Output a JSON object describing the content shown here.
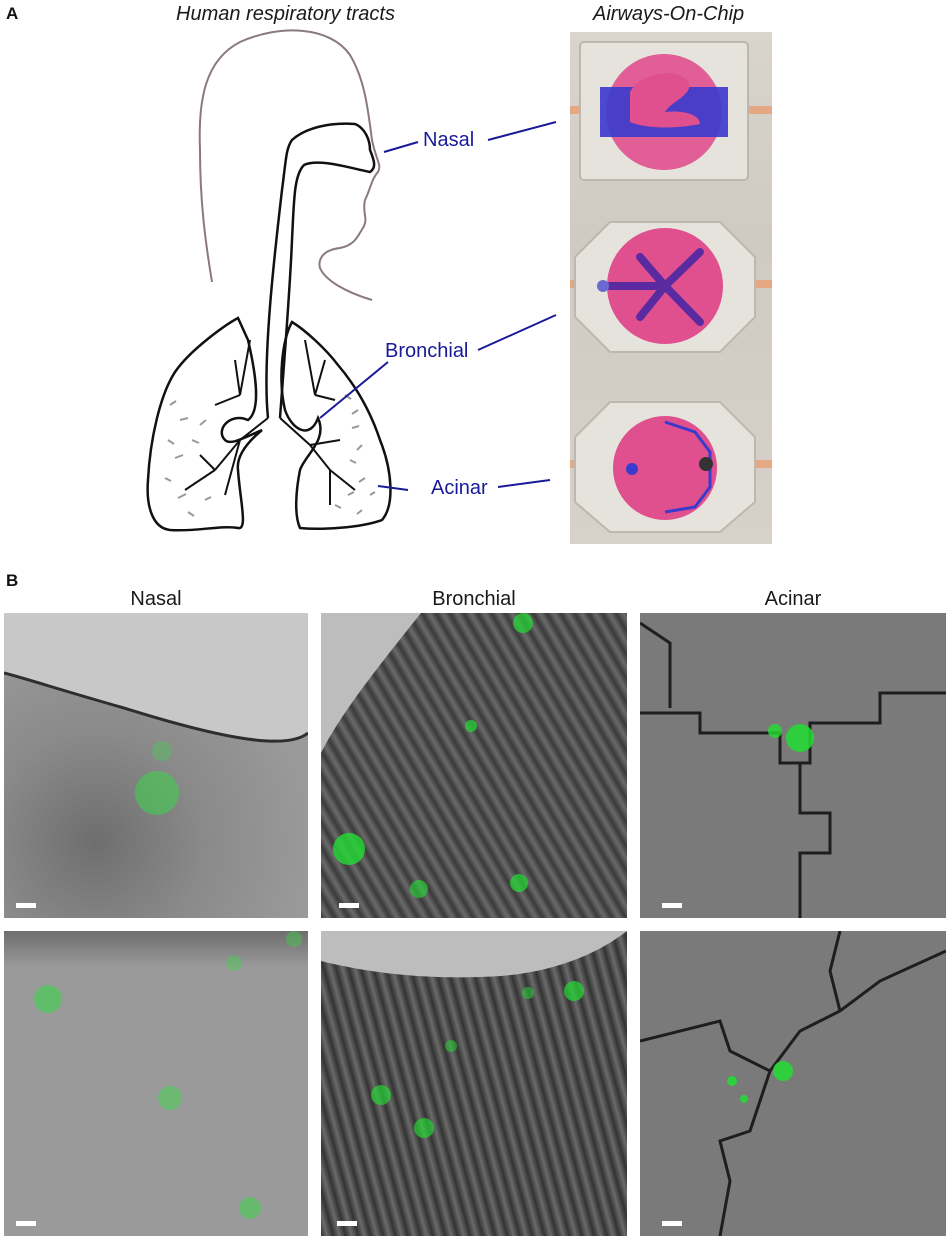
{
  "panel_a": {
    "letter": "A",
    "left_heading": "Human respiratory tracts",
    "right_heading": "Airways-On-Chip",
    "labels": {
      "nasal": "Nasal",
      "bronchial": "Bronchial",
      "acinar": "Acinar"
    }
  },
  "panel_b": {
    "letter": "B",
    "columns": [
      "Nasal",
      "Bronchial",
      "Acinar"
    ]
  },
  "colors": {
    "label_blue": "#1a1a99",
    "fluorescence_green": "#2ecc40",
    "chip_pink": "#e0508f",
    "chip_blue": "#3a3acc"
  }
}
